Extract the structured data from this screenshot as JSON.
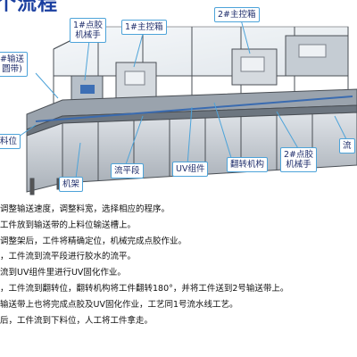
{
  "title": "个流程",
  "labels": {
    "glue1": "1#点胶\n机械手",
    "ctrl1": "1#主控箱",
    "ctrl2": "2#主控箱",
    "conveyor1": "#输送\n圆带)",
    "load": "料位",
    "frame": "机架",
    "flat": "流平段",
    "uv": "UV组件",
    "flip": "翻转机构",
    "glue2": "2#点胶\n机械手",
    "flow": "流"
  },
  "steps": [
    "调整输送速度，调整料宽，选择相应的程序。",
    "工件放到输送带的上料位输送槽上。",
    "调整架后，工件将精确定位，机械完成点胶作业。",
    "，工件流到流平段进行胶水的流平。",
    "流到UV组件里进行UV固化作业。",
    "，工件流到翻转位，翻转机构将工件翻转180°，并将工件送到2号输送带上。",
    "输送带上也将完成点胶及UV固化作业，工艺同1号流水线工艺。",
    "后，工件流到下料位，人工将工件拿走。"
  ]
}
